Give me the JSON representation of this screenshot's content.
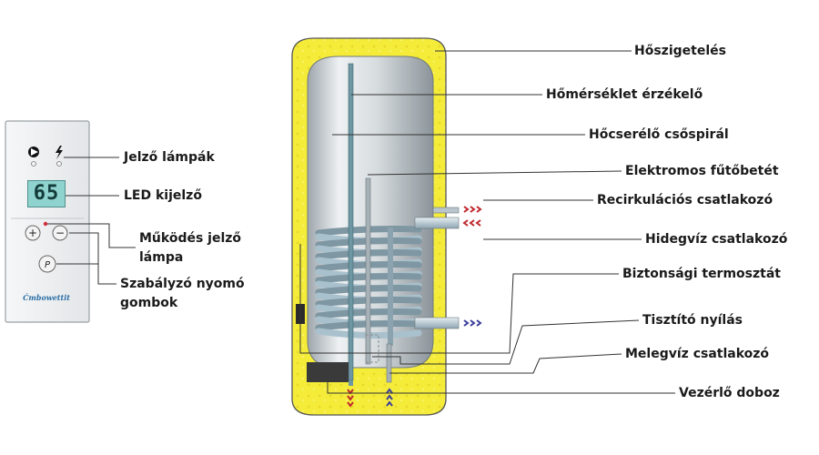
{
  "control_panel": {
    "display_value": "65",
    "brand_logo": "Ćmbowettit",
    "plus_icon": "plus",
    "minus_icon": "minus",
    "program_label": "P",
    "indicator_icons": [
      "pump-icon",
      "lightning-icon"
    ]
  },
  "panel_labels": [
    {
      "id": "indicator-lamps",
      "text": "Jelző lámpák"
    },
    {
      "id": "led-display",
      "text": "LED kijelző"
    },
    {
      "id": "operation-indicator-lamp",
      "text": "Működés jelző\nlámpa"
    },
    {
      "id": "control-push-buttons",
      "text": "Szabályzó nyomó\ngombok"
    }
  ],
  "tank_labels": [
    {
      "id": "insulation",
      "text": "Hőszigetelés"
    },
    {
      "id": "temperature-sensor",
      "text": "Hőmérséklet érzékelő"
    },
    {
      "id": "heat-exchanger-coil",
      "text": "Hőcserélő csőspirál"
    },
    {
      "id": "electric-heating-element",
      "text": "Elektromos fűtőbetét"
    },
    {
      "id": "recirculation-connector",
      "text": "Recirkulációs csatlakozó"
    },
    {
      "id": "cold-water-connector",
      "text": "Hidegvíz csatlakozó"
    },
    {
      "id": "safety-thermostat",
      "text": "Biztonsági termosztát"
    },
    {
      "id": "cleaning-opening",
      "text": "Tisztító nyílás"
    },
    {
      "id": "hot-water-connector",
      "text": "Melegvíz csatlakozó"
    },
    {
      "id": "control-box",
      "text": "Vezérlő doboz"
    }
  ],
  "colors": {
    "insulation": "#f4ec39",
    "tank": "#c9cfd3",
    "coil": "#a9c1cc",
    "hot_arrow": "#c0282d",
    "cold_arrow": "#3b3f9b",
    "leader": "#333333"
  }
}
